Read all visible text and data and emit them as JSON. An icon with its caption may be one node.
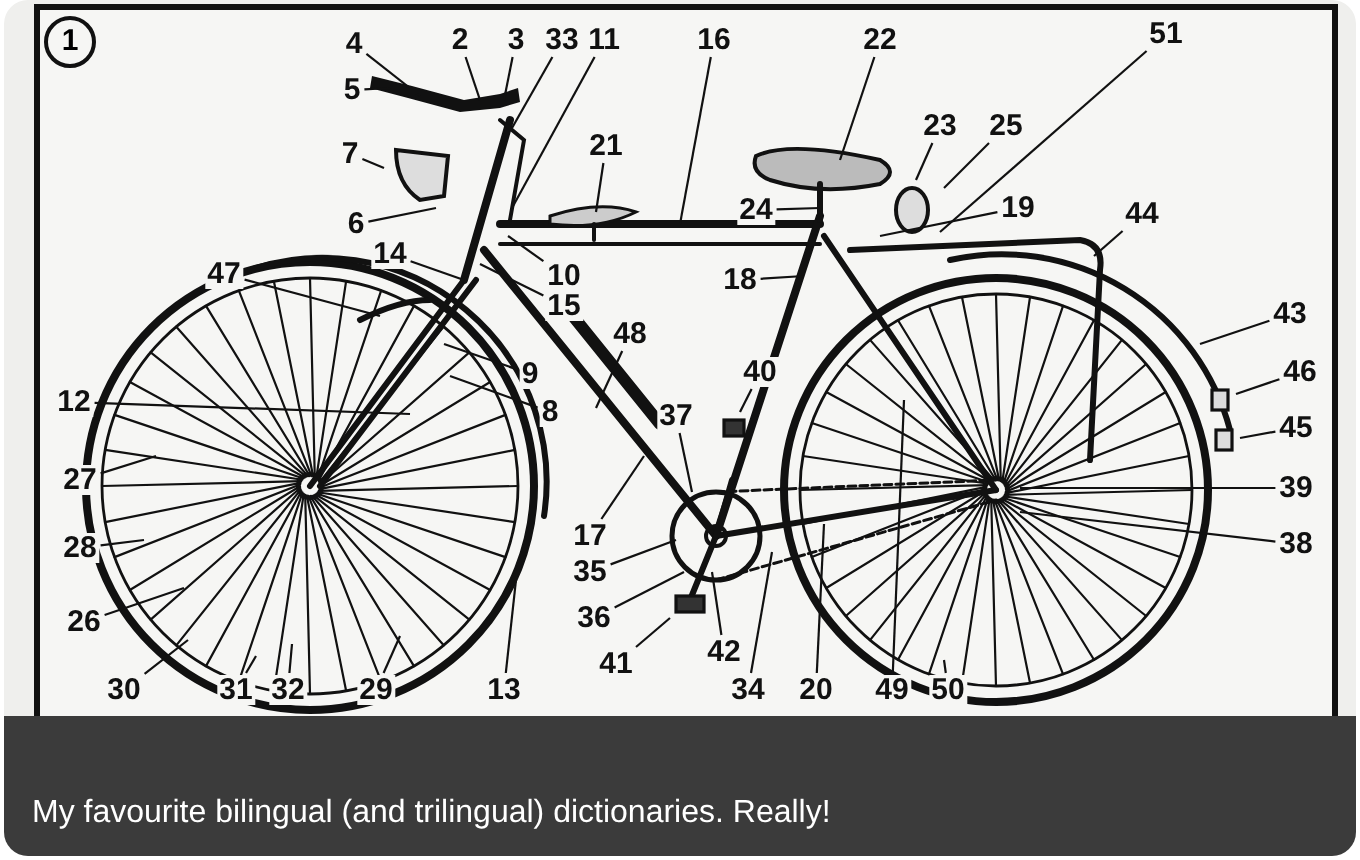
{
  "diagram": {
    "caption": "My favourite bilingual (and trilingual) dictionaries. Really!",
    "nodes": [
      {
        "text": [
          "4"
        ]
      },
      {
        "text": [
          "5"
        ]
      },
      {
        "text": [
          "2"
        ]
      },
      {
        "text": [
          "3"
        ]
      },
      {
        "text": [
          "33"
        ]
      },
      {
        "text": [
          "11"
        ]
      },
      {
        "text": [
          "7"
        ]
      },
      {
        "text": [
          "6"
        ]
      },
      {
        "text": [
          "21"
        ]
      },
      {
        "text": [
          "14"
        ]
      },
      {
        "text": [
          "10"
        ]
      },
      {
        "text": [
          "15"
        ]
      },
      {
        "text": [
          "47"
        ]
      },
      {
        "text": [
          "16"
        ]
      },
      {
        "text": [
          "22"
        ]
      },
      {
        "text": [
          "23"
        ]
      },
      {
        "text": [
          "25"
        ]
      },
      {
        "text": [
          "51"
        ]
      },
      {
        "text": [
          "24"
        ]
      },
      {
        "text": [
          "19"
        ]
      },
      {
        "text": [
          "18"
        ]
      },
      {
        "text": [
          "44"
        ]
      },
      {
        "text": [
          "43"
        ]
      },
      {
        "text": [
          "48"
        ]
      },
      {
        "text": [
          "9"
        ]
      },
      {
        "text": [
          "8"
        ]
      },
      {
        "text": [
          "12"
        ]
      },
      {
        "text": [
          "27"
        ]
      },
      {
        "text": [
          "28"
        ]
      },
      {
        "text": [
          "26"
        ]
      },
      {
        "text": [
          "40"
        ]
      },
      {
        "text": [
          "37"
        ]
      },
      {
        "text": [
          "17"
        ]
      },
      {
        "text": [
          "35"
        ]
      },
      {
        "text": [
          "36"
        ]
      },
      {
        "text": [
          "41"
        ]
      },
      {
        "text": [
          "42"
        ]
      },
      {
        "text": [
          "46"
        ]
      },
      {
        "text": [
          "45"
        ]
      },
      {
        "text": [
          "39"
        ]
      },
      {
        "text": [
          "38"
        ]
      },
      {
        "text": [
          "30"
        ]
      },
      {
        "text": [
          "31"
        ]
      },
      {
        "text": [
          "32"
        ]
      },
      {
        "text": [
          "29"
        ]
      },
      {
        "text": [
          "13"
        ]
      },
      {
        "text": [
          "34"
        ]
      },
      {
        "text": [
          "20"
        ]
      },
      {
        "text": [
          "49"
        ]
      },
      {
        "text": [
          "50"
        ]
      }
    ],
    "edges": [
      {
        "from": 0,
        "to": null,
        "arrow": "none"
      },
      {
        "from": 1,
        "to": null,
        "arrow": "none"
      },
      {
        "from": 2,
        "to": null,
        "arrow": "none"
      },
      {
        "from": 3,
        "to": null,
        "arrow": "none"
      },
      {
        "from": 4,
        "to": null,
        "arrow": "none"
      },
      {
        "from": 5,
        "to": null,
        "arrow": "none"
      },
      {
        "from": 6,
        "to": null,
        "arrow": "none"
      },
      {
        "from": 7,
        "to": null,
        "arrow": "none"
      },
      {
        "from": 8,
        "to": null,
        "arrow": "none"
      },
      {
        "from": 9,
        "to": null,
        "arrow": "none"
      },
      {
        "from": 10,
        "to": null,
        "arrow": "none"
      },
      {
        "from": 11,
        "to": null,
        "arrow": "none"
      },
      {
        "from": 12,
        "to": null,
        "arrow": "none"
      },
      {
        "from": 13,
        "to": null,
        "arrow": "none"
      },
      {
        "from": 14,
        "to": null,
        "arrow": "none"
      },
      {
        "from": 15,
        "to": null,
        "arrow": "none"
      },
      {
        "from": 16,
        "to": null,
        "arrow": "none"
      },
      {
        "from": 17,
        "to": null,
        "arrow": "none"
      },
      {
        "from": 18,
        "to": null,
        "arrow": "none"
      },
      {
        "from": 19,
        "to": null,
        "arrow": "none"
      },
      {
        "from": 20,
        "to": null,
        "arrow": "none"
      },
      {
        "from": 21,
        "to": null,
        "arrow": "none"
      },
      {
        "from": 22,
        "to": null,
        "arrow": "none"
      },
      {
        "from": 23,
        "to": null,
        "arrow": "none"
      },
      {
        "from": 24,
        "to": null,
        "arrow": "none"
      },
      {
        "from": 25,
        "to": null,
        "arrow": "none"
      },
      {
        "from": 26,
        "to": null,
        "arrow": "none"
      },
      {
        "from": 27,
        "to": null,
        "arrow": "none"
      },
      {
        "from": 28,
        "to": null,
        "arrow": "none"
      },
      {
        "from": 29,
        "to": null,
        "arrow": "none"
      },
      {
        "from": 30,
        "to": null,
        "arrow": "none"
      },
      {
        "from": 31,
        "to": null,
        "arrow": "none"
      },
      {
        "from": 32,
        "to": null,
        "arrow": "none"
      },
      {
        "from": 33,
        "to": null,
        "arrow": "none"
      },
      {
        "from": 34,
        "to": null,
        "arrow": "none"
      },
      {
        "from": 35,
        "to": null,
        "arrow": "none"
      },
      {
        "from": 36,
        "to": null,
        "arrow": "none"
      },
      {
        "from": 37,
        "to": null,
        "arrow": "none"
      },
      {
        "from": 38,
        "to": null,
        "arrow": "none"
      },
      {
        "from": 39,
        "to": null,
        "arrow": "none"
      },
      {
        "from": 40,
        "to": null,
        "arrow": "none"
      },
      {
        "from": 41,
        "to": null,
        "arrow": "none"
      },
      {
        "from": 42,
        "to": null,
        "arrow": "none"
      },
      {
        "from": 43,
        "to": null,
        "arrow": "none"
      },
      {
        "from": 44,
        "to": null,
        "arrow": "none"
      },
      {
        "from": 45,
        "to": null,
        "arrow": "none"
      },
      {
        "from": 46,
        "to": null,
        "arrow": "none"
      },
      {
        "from": 47,
        "to": null,
        "arrow": "none"
      },
      {
        "from": 48,
        "to": null,
        "arrow": "none"
      },
      {
        "from": 49,
        "to": null,
        "arrow": "none"
      }
    ],
    "labels": [
      "1"
    ]
  }
}
